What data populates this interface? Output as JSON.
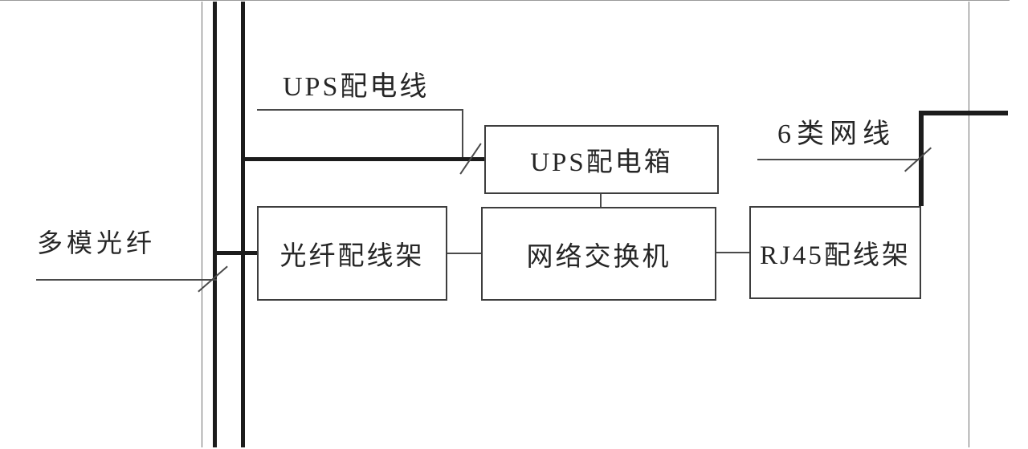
{
  "diagram": {
    "type": "network-wiring-diagram",
    "boxes": {
      "ups": {
        "label": "UPS配电箱"
      },
      "fiber": {
        "label": "光纤配线架"
      },
      "switch": {
        "label": "网络交换机"
      },
      "rj45": {
        "label": "RJ45配线架"
      }
    },
    "cable_labels": {
      "ups_line": "UPS配电线",
      "multimode_fiber": "多模光纤",
      "cat6": "6类网线"
    }
  },
  "colors": {
    "thick_cable": "#1c1c1c",
    "box_border": "#3d3d3d",
    "thin_line": "#9b9b9b",
    "thin_vline": "#6f6f6f",
    "connector": "#4a4a4a",
    "text": "#262626",
    "background": "#ffffff"
  }
}
